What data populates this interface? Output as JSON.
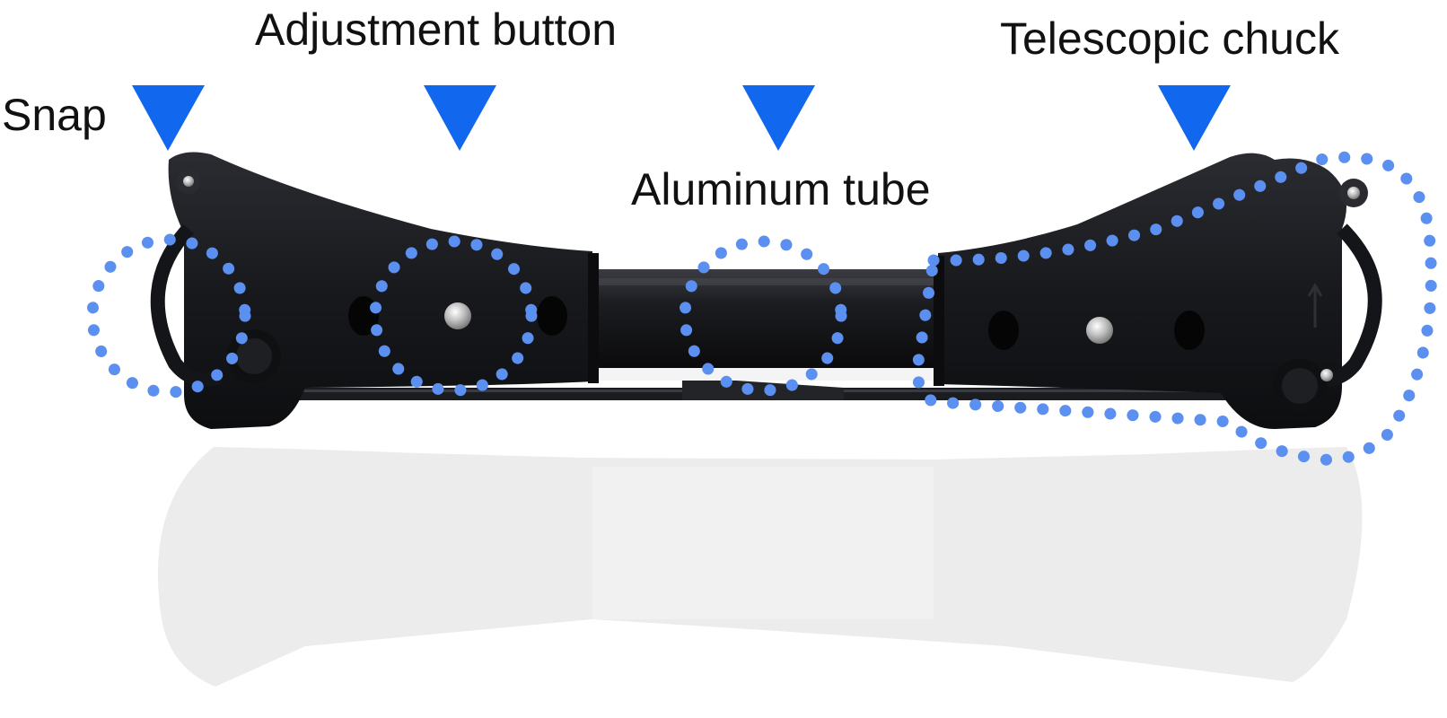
{
  "labels": {
    "snap": "Snap",
    "adjustment_button": "Adjustment button",
    "aluminum_tube": "Aluminum tube",
    "telescopic_chuck": "Telescopic chuck"
  },
  "colors": {
    "background": "#ffffff",
    "arrow": "#1167ee",
    "dots": "#5b8ff0",
    "bracket_body": "#16171b",
    "bracket_highlight": "#2b2d33",
    "reflection": "#ececec"
  },
  "icons": {
    "arrow": "down-triangle-arrow-icon"
  }
}
